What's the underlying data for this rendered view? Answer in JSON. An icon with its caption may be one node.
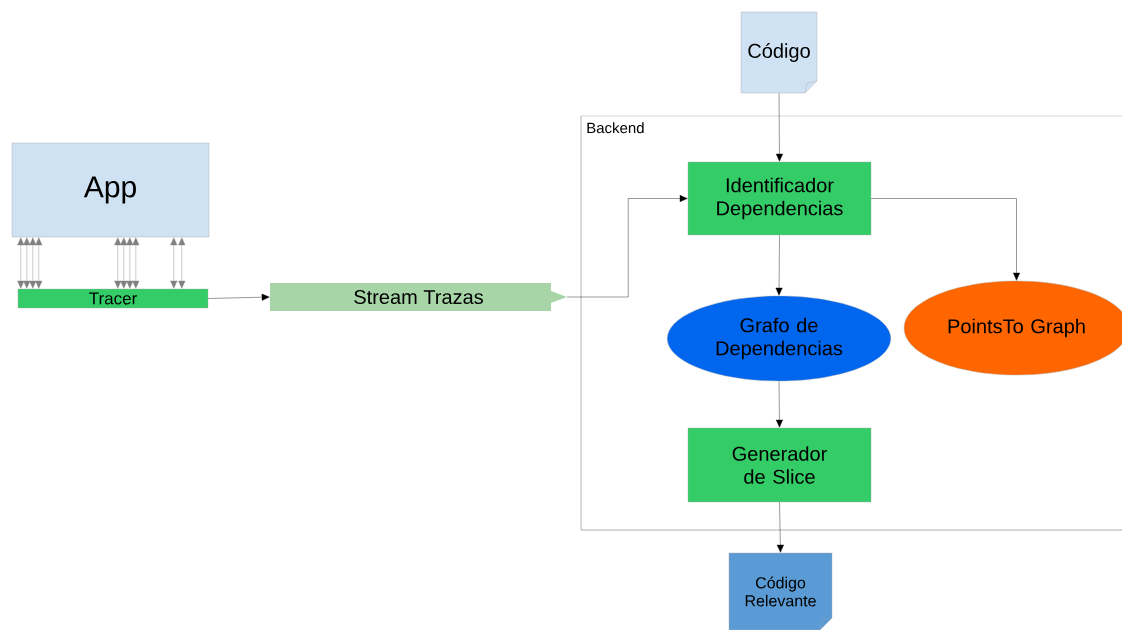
{
  "diagram": {
    "nodes": [
      {
        "text": [
          "Código"
        ]
      },
      {
        "text": [
          "Backend"
        ]
      },
      {
        "text": [
          "App"
        ]
      },
      {
        "text": [
          "Tracer"
        ]
      },
      {
        "text": [
          "Stream Trazas"
        ]
      },
      {
        "text": [
          "Identificador Dependencias"
        ],
        "in": 1
      },
      {
        "text": [
          "Grafo de Dependencias"
        ],
        "in": 1
      },
      {
        "text": [
          "PointsTo Graph"
        ],
        "in": 1
      },
      {
        "text": [
          "Generador de Slice"
        ],
        "in": 1
      },
      {
        "text": [
          "Código Relevante"
        ]
      }
    ],
    "edges": [
      {
        "from": 2,
        "to": 3,
        "arrow": "both",
        "color": "#808080"
      },
      {
        "from": 2,
        "to": 3,
        "arrow": "both",
        "color": "#808080"
      },
      {
        "from": 2,
        "to": 3,
        "arrow": "both",
        "color": "#808080"
      },
      {
        "from": 2,
        "to": 3,
        "arrow": "both",
        "color": "#808080"
      },
      {
        "from": 2,
        "to": 3,
        "arrow": "both",
        "color": "#808080"
      },
      {
        "from": 2,
        "to": 3,
        "arrow": "both",
        "color": "#808080"
      },
      {
        "from": 2,
        "to": 3,
        "arrow": "both",
        "color": "#808080"
      },
      {
        "from": 2,
        "to": 3,
        "arrow": "both",
        "color": "#808080"
      },
      {
        "from": 2,
        "to": 3,
        "arrow": "both",
        "color": "#808080"
      },
      {
        "from": 2,
        "to": 3,
        "arrow": "both",
        "color": "#808080"
      },
      {
        "from": 3,
        "to": 4,
        "arrow": "to",
        "color": "#000000"
      },
      {
        "from": 4,
        "to": 5,
        "arrow": "to",
        "color": "#000000"
      },
      {
        "from": 0,
        "to": 5,
        "arrow": "to",
        "color": "#000000"
      },
      {
        "from": 5,
        "to": 6,
        "arrow": "to",
        "color": "#000000"
      },
      {
        "from": 5,
        "to": 7,
        "arrow": "to",
        "color": "#000000"
      },
      {
        "from": 6,
        "to": 8,
        "arrow": "to",
        "color": "#000000"
      },
      {
        "from": 8,
        "to": 9,
        "arrow": "to",
        "color": "#000000"
      }
    ]
  }
}
